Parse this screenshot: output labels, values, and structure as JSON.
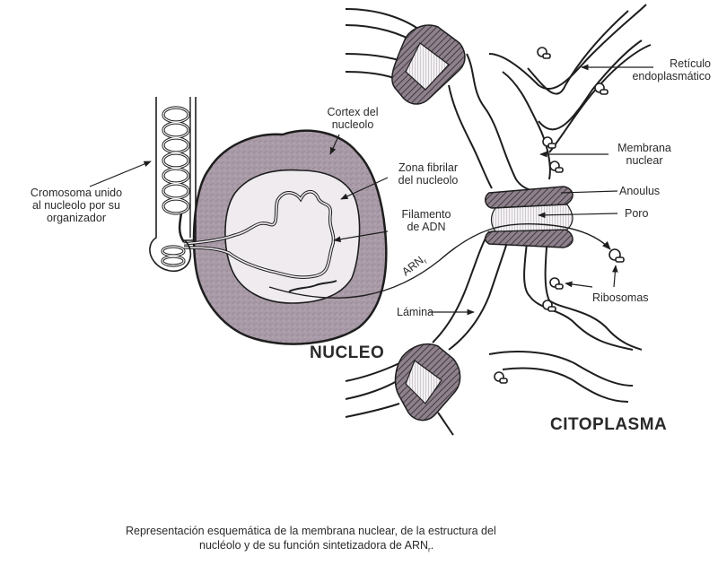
{
  "figure": {
    "region_labels": {
      "nucleus": "NUCLEO",
      "cytoplasm": "CITOPLASMA"
    },
    "labels": {
      "chromosome": [
        "Cromosoma unido",
        "al nucleolo por su",
        "organizador"
      ],
      "cortex": [
        "Cortex del",
        "nucleolo"
      ],
      "fibrillar_zone": [
        "Zona fibrilar",
        "del nucleolo"
      ],
      "dna_filament": [
        "Filamento",
        "de ADN"
      ],
      "rna": "ARN",
      "rna_subscript": "r",
      "lamina": "Lámina",
      "er": [
        "Retículo",
        "endoplasmático"
      ],
      "nuclear_membrane": [
        "Membrana",
        "nuclear"
      ],
      "anoulus": "Anoulus",
      "pore": "Poro",
      "ribosomes": "Ribosomas"
    },
    "caption": {
      "line1": "Representación esquemática de la membrana nuclear, de la estructura del",
      "line2_prefix": "nucléolo y de su función sintetizadora de ARN",
      "line2_sub": "r",
      "line2_suffix": "."
    },
    "colors": {
      "ink": "#1e1e1e",
      "cortex_fill": "#a89aa6",
      "fibrillar_fill": "#eeeaee",
      "membrane_fill": "#e6e6e6",
      "annulus_fill": "#7d6f7b"
    }
  }
}
